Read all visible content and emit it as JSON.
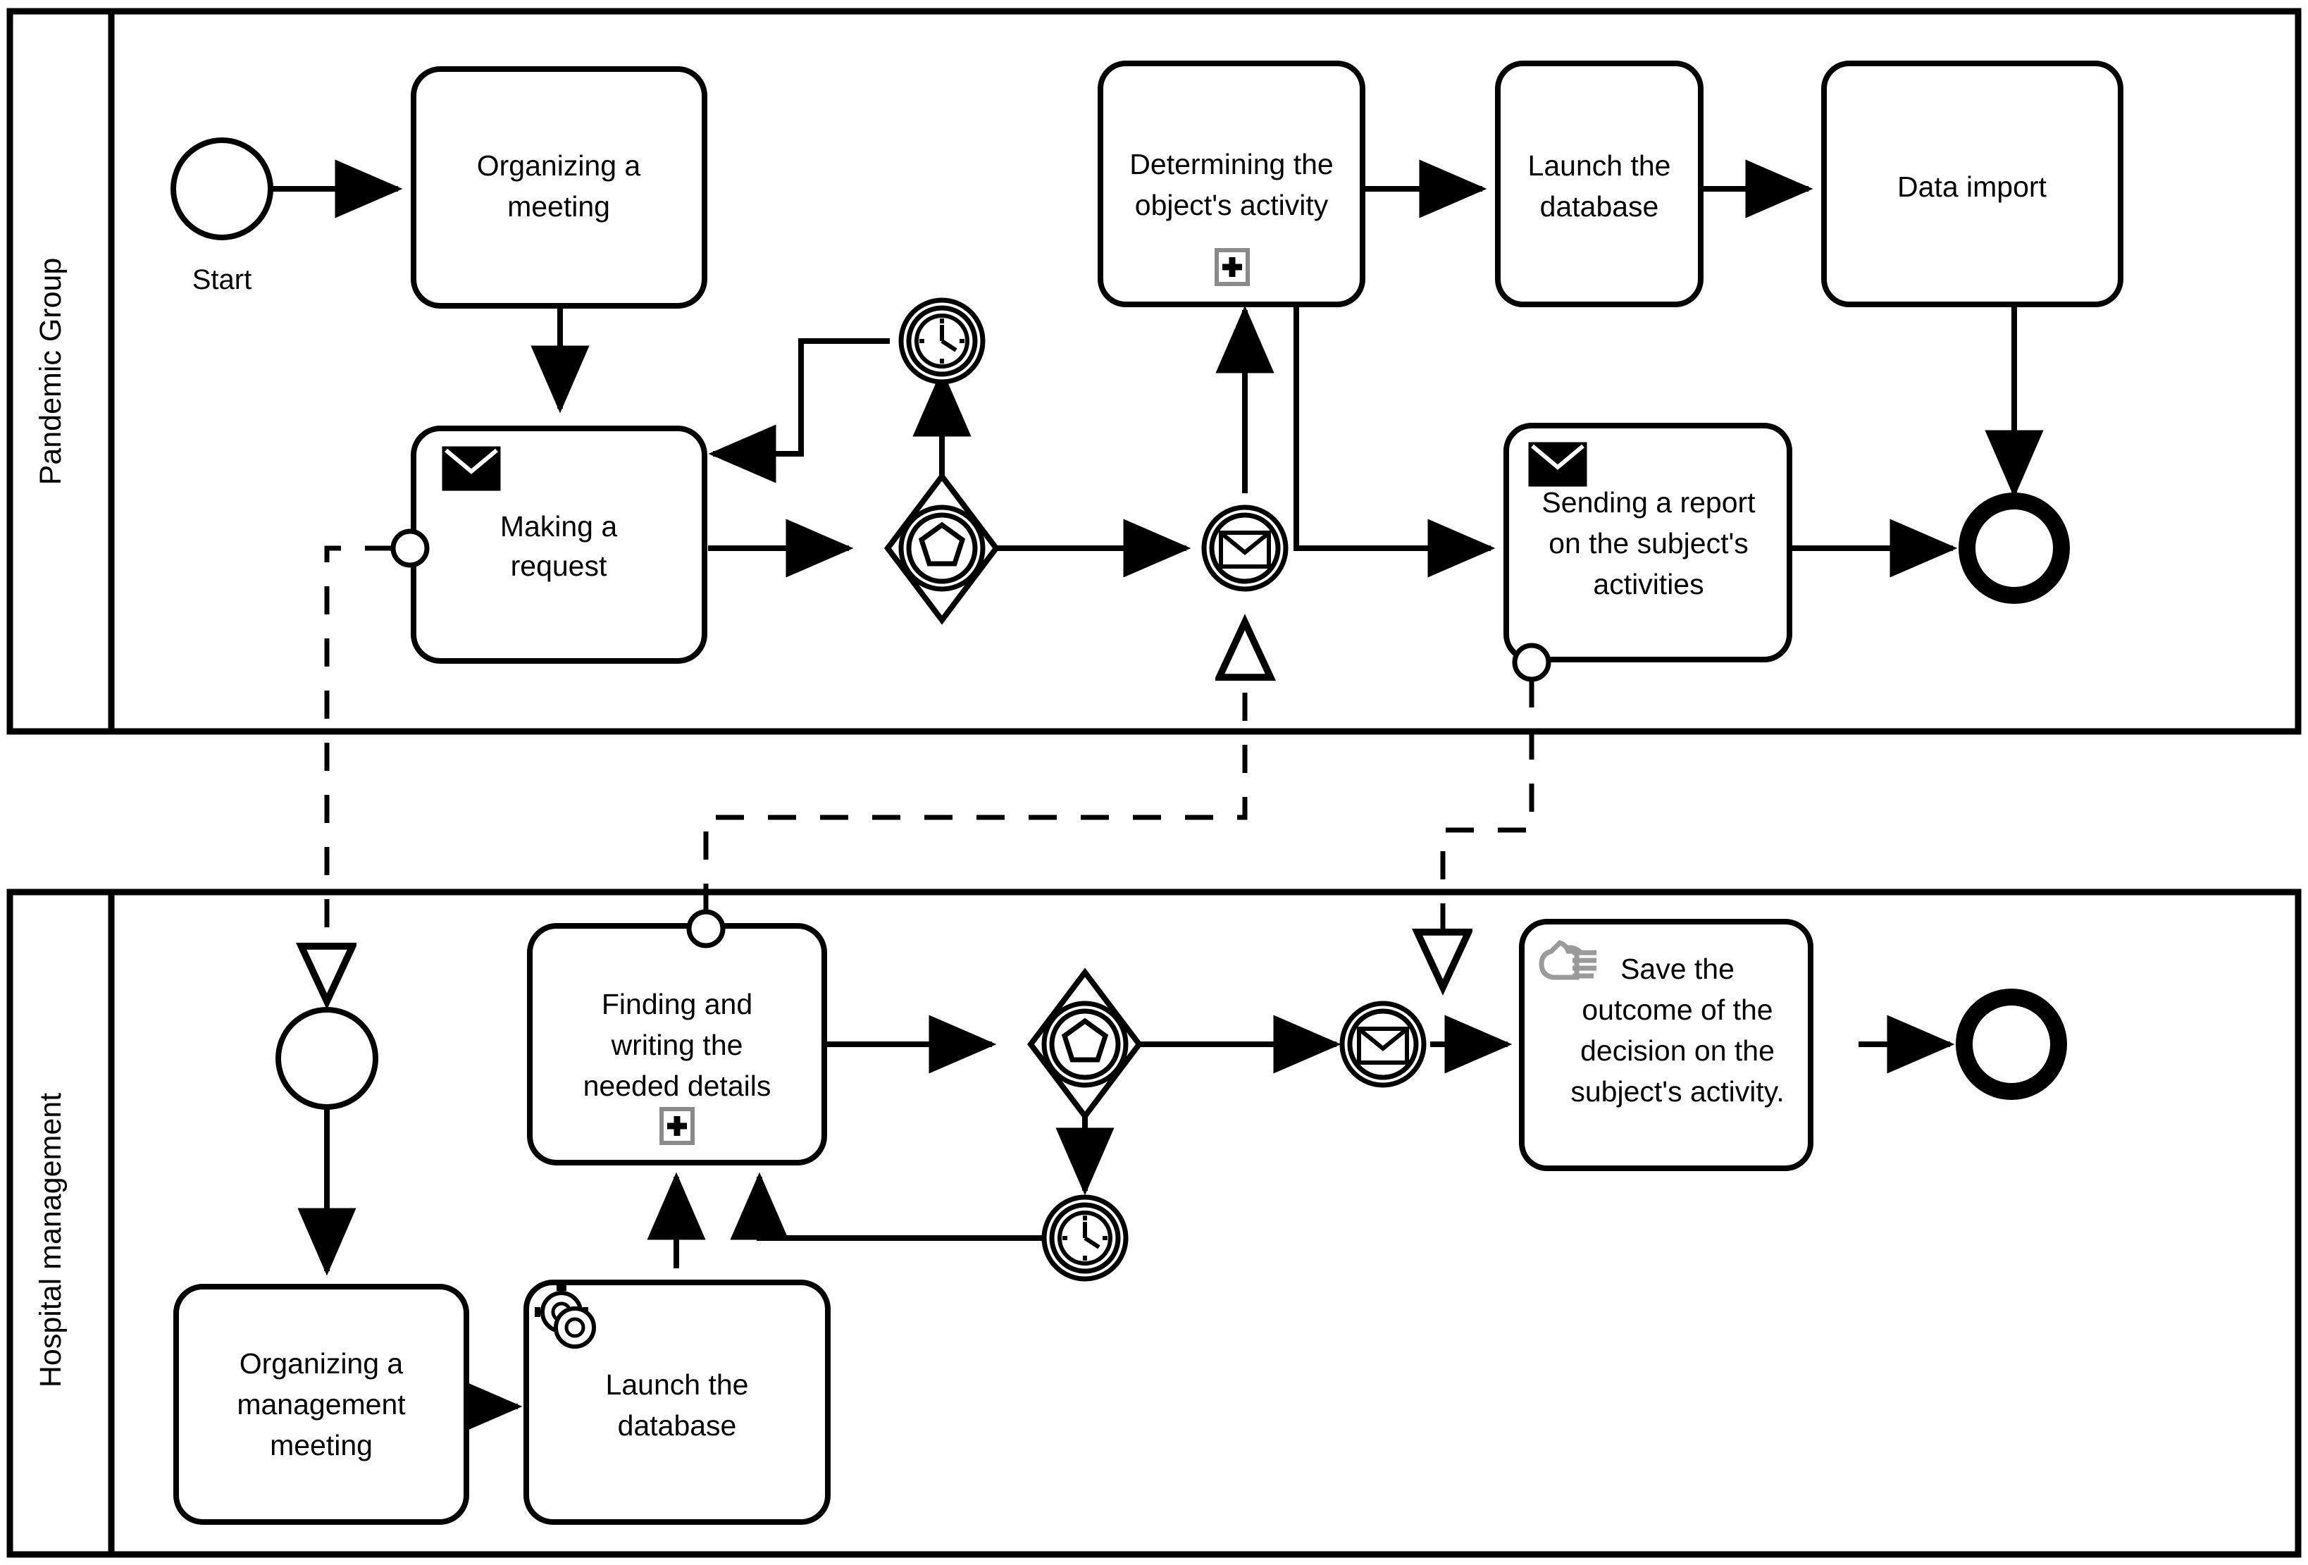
{
  "diagram": {
    "type": "bpmn-collaboration",
    "title": "",
    "pools": [
      {
        "id": "pool-pandemic-group",
        "label": "Pandemic Group",
        "elements": [
          {
            "id": "start-1",
            "kind": "start-event",
            "label": "Start",
            "icon": "none"
          },
          {
            "id": "task-organizing-meeting",
            "kind": "task",
            "label": "Organizing a meeting",
            "icon": "none"
          },
          {
            "id": "task-making-request",
            "kind": "send-task",
            "label": "Making a request",
            "icon": "envelope-filled-icon"
          },
          {
            "id": "gateway-event-based-1",
            "kind": "event-based-gateway",
            "label": "",
            "icon": "pentagon-icon"
          },
          {
            "id": "timer-1",
            "kind": "intermediate-timer-event",
            "label": "",
            "icon": "clock-icon"
          },
          {
            "id": "message-catch-1",
            "kind": "intermediate-message-catch-event",
            "label": "",
            "icon": "envelope-outline-icon"
          },
          {
            "id": "task-determining-activity",
            "kind": "subprocess",
            "label": "Determining the object's activity",
            "icon": "plus-marker-icon"
          },
          {
            "id": "task-launch-database-top",
            "kind": "task",
            "label": "Launch the database",
            "icon": "none"
          },
          {
            "id": "task-data-import",
            "kind": "task",
            "label": "Data import",
            "icon": "none"
          },
          {
            "id": "task-sending-report",
            "kind": "send-task",
            "label": "Sending a report on the subject's activities",
            "icon": "envelope-filled-icon"
          },
          {
            "id": "end-1",
            "kind": "end-event",
            "label": "",
            "icon": "none"
          }
        ]
      },
      {
        "id": "pool-hospital-management",
        "label": "Hospital management",
        "elements": [
          {
            "id": "start-2",
            "kind": "start-event",
            "label": "",
            "icon": "none"
          },
          {
            "id": "task-organizing-mgmt-meeting",
            "kind": "task",
            "label": "Organizing a management meeting",
            "icon": "none"
          },
          {
            "id": "task-launch-database-bottom",
            "kind": "service-task",
            "label": "Launch the database",
            "icon": "gear-icon"
          },
          {
            "id": "task-finding-writing",
            "kind": "subprocess",
            "label": "Finding and writing the needed details",
            "icon": "plus-marker-icon"
          },
          {
            "id": "gateway-event-based-2",
            "kind": "event-based-gateway",
            "label": "",
            "icon": "pentagon-icon"
          },
          {
            "id": "timer-2",
            "kind": "intermediate-timer-event",
            "label": "",
            "icon": "clock-icon"
          },
          {
            "id": "message-catch-2",
            "kind": "intermediate-message-catch-event",
            "label": "",
            "icon": "envelope-outline-icon"
          },
          {
            "id": "task-save-outcome",
            "kind": "manual-task",
            "label": "Save the outcome of the decision on the subject's activity.",
            "icon": "hand-icon"
          },
          {
            "id": "end-2",
            "kind": "end-event",
            "label": "",
            "icon": "none"
          }
        ]
      }
    ],
    "labels": {
      "start_top": "Start",
      "organizing_meeting": "Organizing a\nmeeting",
      "organizing_meeting_l1": "Organizing a",
      "organizing_meeting_l2": "meeting",
      "making_request_l1": "Making a",
      "making_request_l2": "request",
      "determining_l1": "Determining the",
      "determining_l2": "object's activity",
      "launch_db_top_l1": "Launch the",
      "launch_db_top_l2": "database",
      "data_import": "Data import",
      "sending_report_l1": "Sending a report",
      "sending_report_l2": "on the subject's",
      "sending_report_l3": "activities",
      "organizing_mgmt_l1": "Organizing a",
      "organizing_mgmt_l2": "management",
      "organizing_mgmt_l3": "meeting",
      "launch_db_bottom_l1": "Launch the",
      "launch_db_bottom_l2": "database",
      "finding_l1": "Finding and",
      "finding_l2": "writing the",
      "finding_l3": "needed details",
      "save_outcome_l1": "Save the",
      "save_outcome_l2": "outcome of the",
      "save_outcome_l3": "decision on the",
      "save_outcome_l4": "subject's activity.",
      "pool1": "Pandemic Group",
      "pool2": "Hospital management",
      "plus_marker": "+"
    },
    "colors": {
      "stroke": "#000000",
      "fill": "#ffffff",
      "background": "#ffffff"
    }
  }
}
